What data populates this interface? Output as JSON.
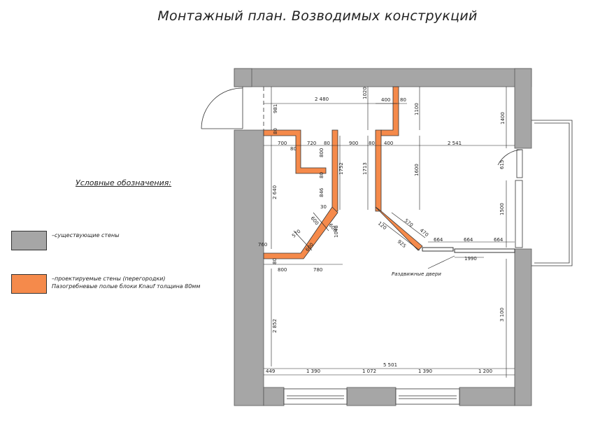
{
  "title": "Монтажный план. Возводимых конструкций",
  "legend": {
    "heading": "Условные обозначения:",
    "existing_walls": "–существующие стены",
    "new_walls_line1": "–проектируемые стены (перегородки)",
    "new_walls_line2": "Пазогребневые полые блоки Knauf толщина 80мм"
  },
  "colors": {
    "existing_wall": "#a6a6a6",
    "new_wall": "#f58a4b",
    "dim_line": "#222222"
  },
  "annotations": {
    "door_note": "Раздвижные двери"
  },
  "dims": {
    "d2480": "2 480",
    "d1020": "1020",
    "d400a": "400",
    "d80a": "80",
    "d1100": "1100",
    "d1400": "1400",
    "d981": "981",
    "d80b": "80",
    "d700": "700",
    "d80c": "80",
    "d720": "720",
    "d80d": "80",
    "d900": "900",
    "d80e": "80",
    "d400b": "400",
    "d2541": "2 541",
    "d800a": "800",
    "d80f": "80",
    "d1752": "1752",
    "d1713": "1713",
    "d1600": "1600",
    "d615": "615",
    "d2640": "2 640",
    "d846": "846",
    "d30": "30",
    "d600a": "600",
    "d1500": "1500",
    "d600b": "600",
    "d1048": "1048",
    "d570a": "570",
    "d120": "120",
    "d570b": "570",
    "d470": "470",
    "d925": "925",
    "d664a": "664",
    "d664b": "664",
    "d664c": "664",
    "d760": "760",
    "d600c": "600",
    "d1990": "1990",
    "d80g": "80",
    "d800b": "800",
    "d780": "780",
    "d2852": "2 852",
    "d3100": "3 100",
    "d5501": "5 501",
    "d449": "449",
    "d1390a": "1 390",
    "d1072": "1 072",
    "d1390b": "1 390",
    "d1200": "1 200"
  }
}
